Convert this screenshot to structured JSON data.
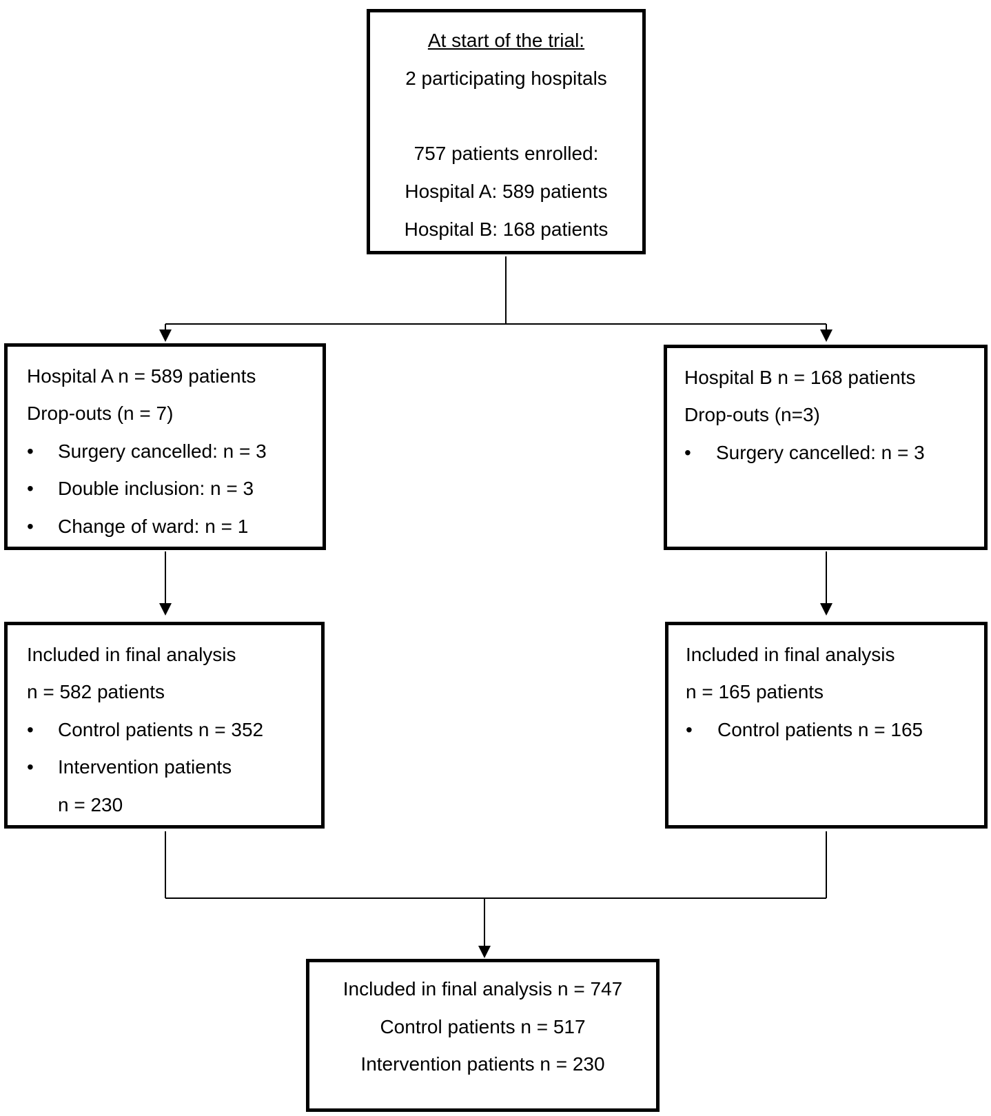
{
  "start_box": {
    "heading": "At start of the trial:",
    "hospitals": "2 participating hospitals",
    "enrolled": "757 patients enrolled:",
    "hospital_a": "Hospital A: 589 patients",
    "hospital_b": "Hospital B: 168 patients"
  },
  "hospital_a_box": {
    "title": "Hospital A n = 589 patients",
    "dropouts": "Drop-outs (n = 7)",
    "items": [
      "Surgery cancelled: n = 3",
      "Double inclusion: n = 3",
      "Change of ward: n = 1"
    ]
  },
  "hospital_b_box": {
    "title": "Hospital B n = 168 patients",
    "dropouts": "Drop-outs (n=3)",
    "items": [
      "Surgery cancelled: n = 3"
    ]
  },
  "analysis_a_box": {
    "title": "Included in final analysis",
    "count": "n = 582 patients",
    "items": [
      "Control patients n = 352",
      "Intervention patients"
    ],
    "continuation": "n = 230"
  },
  "analysis_b_box": {
    "title": "Included in final analysis",
    "count": "n = 165 patients",
    "items": [
      "Control patients n = 165"
    ]
  },
  "final_box": {
    "total": "Included in final analysis n = 747",
    "control": "Control patients n = 517",
    "intervention": "Intervention patients n = 230"
  },
  "bullet_glyph": "•"
}
